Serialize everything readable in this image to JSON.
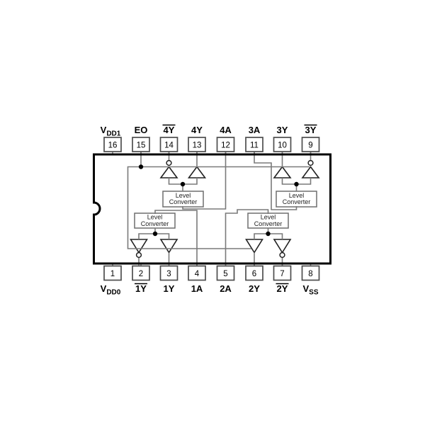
{
  "diagram": {
    "type": "ic-logic-pinout-diagram",
    "colors": {
      "wire": "#7a7a7a",
      "outline": "#000000",
      "box_border": "#4d4d4d"
    },
    "pins_top": [
      {
        "num": "16",
        "label_main": "V",
        "label_sub": "DD1"
      },
      {
        "num": "15",
        "label": "EO"
      },
      {
        "num": "14",
        "label": "4Y",
        "overline": true
      },
      {
        "num": "13",
        "label": "4Y"
      },
      {
        "num": "12",
        "label": "4A"
      },
      {
        "num": "11",
        "label": "3A"
      },
      {
        "num": "10",
        "label": "3Y"
      },
      {
        "num": "9",
        "label": "3Y",
        "overline": true
      }
    ],
    "pins_bottom": [
      {
        "num": "1",
        "label_main": "V",
        "label_sub": "DD0"
      },
      {
        "num": "2",
        "label": "1Y",
        "overline": true
      },
      {
        "num": "3",
        "label": "1Y"
      },
      {
        "num": "4",
        "label": "1A"
      },
      {
        "num": "5",
        "label": "2A"
      },
      {
        "num": "6",
        "label": "2Y"
      },
      {
        "num": "7",
        "label": "2Y",
        "overline": true
      },
      {
        "num": "8",
        "label_main": "V",
        "label_sub": "SS"
      }
    ],
    "blocks": {
      "level_converter_line1": "Level",
      "level_converter_line2": "Converter"
    }
  }
}
